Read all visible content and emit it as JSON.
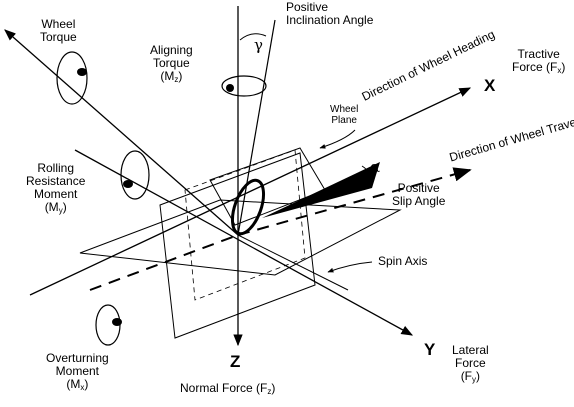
{
  "labels": {
    "positive_inclination_angle": [
      "Positive",
      "Inclination Angle"
    ],
    "wheel_torque": [
      "Wheel",
      "Torque"
    ],
    "aligning_torque": [
      "Aligning",
      "Torque"
    ],
    "aligning_torque_symbol": {
      "base": "(M",
      "sub": "z",
      "end": ")"
    },
    "tractive_force": "Tractive",
    "tractive_force_symbol": {
      "base": "Force (F",
      "sub": "x",
      "end": ")"
    },
    "wheel_plane": [
      "Wheel",
      "Plane"
    ],
    "direction_of_wheel_heading": "Direction of Wheel Heading",
    "direction_of_wheel_travel": "Direction of Wheel Travel",
    "rolling_resistance_moment": [
      "Rolling",
      "Resistance",
      "Moment"
    ],
    "rolling_resistance_symbol": {
      "base": "(M",
      "sub": "y",
      "end": ")"
    },
    "positive_slip_angle": [
      "Positive",
      "Slip Angle"
    ],
    "spin_axis": "Spin Axis",
    "overturning_moment": [
      "Overturning",
      "Moment"
    ],
    "overturning_symbol": {
      "base": "(M",
      "sub": "x",
      "end": ")"
    },
    "lateral_force": [
      "Lateral",
      "Force"
    ],
    "lateral_force_symbol": {
      "base": "(F",
      "sub": "y",
      "end": ")"
    },
    "normal_force_symbol": {
      "base": "Normal Force (F",
      "sub": "z",
      "end": ")"
    }
  },
  "axes": {
    "x": "X",
    "y": "Y",
    "z": "Z"
  },
  "symbols": {
    "inclination": "γ",
    "slip": "α"
  },
  "colors": {
    "ink": "#000000",
    "background": "#ffffff"
  }
}
